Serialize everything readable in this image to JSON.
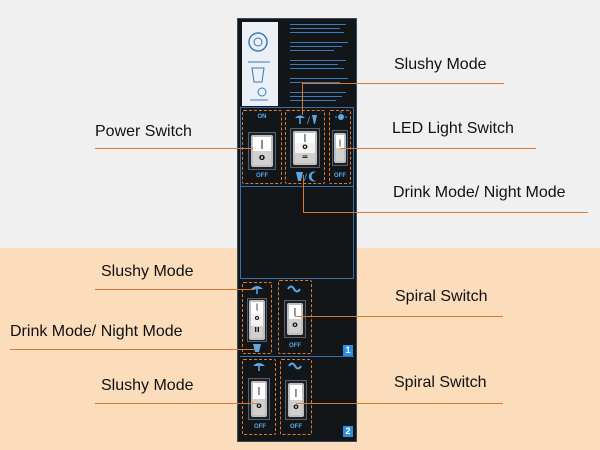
{
  "labels": {
    "slushy_top": "Slushy Mode",
    "power_switch": "Power Switch",
    "led_light": "LED Light Switch",
    "drink_night_top": "Drink Mode/ Night Mode",
    "slushy_mid": "Slushy Mode",
    "drink_night_mid": "Drink Mode/ Night Mode",
    "slushy_bot": "Slushy Mode",
    "spiral_mid": "Spiral Switch",
    "spiral_bot": "Spiral Switch"
  },
  "panel": {
    "on": "ON",
    "off": "OFF",
    "badge_1": "1",
    "badge_2": "2"
  },
  "colors": {
    "callout": "#d97a30",
    "dash": "#e07a2e",
    "accent_blue": "#2e8fe0",
    "peach": "#fbdcbb"
  }
}
